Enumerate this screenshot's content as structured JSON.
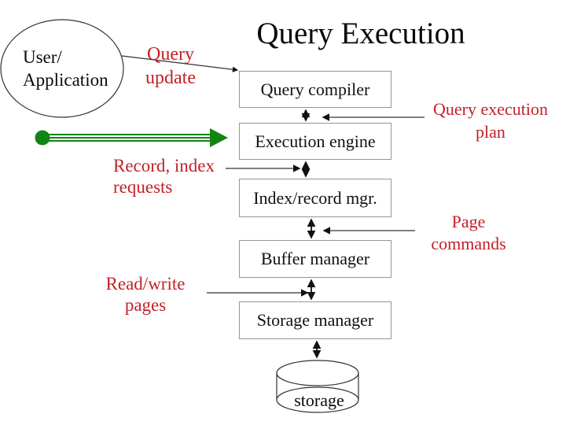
{
  "slide": {
    "title": "Query Execution"
  },
  "colors": {
    "label_red": "#c32128",
    "arrow_green": "#128412",
    "box_border": "#94949c",
    "connector_gray": "#555555"
  },
  "user_ellipse": {
    "lines": [
      "User/",
      "Application"
    ]
  },
  "boxes": [
    {
      "label": "Query compiler"
    },
    {
      "label": "Execution engine"
    },
    {
      "label": "Index/record mgr."
    },
    {
      "label": "Buffer manager"
    },
    {
      "label": "Storage manager"
    }
  ],
  "storage": {
    "label": "storage"
  },
  "annotations": {
    "query_update": {
      "lines": [
        "Query",
        "update"
      ]
    },
    "query_execution_plan": {
      "lines": [
        "Query execution",
        "plan"
      ]
    },
    "record_index_requests": {
      "lines": [
        "Record, index",
        "requests"
      ]
    },
    "page_commands": {
      "lines": [
        "Page",
        "commands"
      ]
    },
    "read_write_pages": {
      "lines": [
        "Read/write",
        "pages"
      ]
    }
  }
}
